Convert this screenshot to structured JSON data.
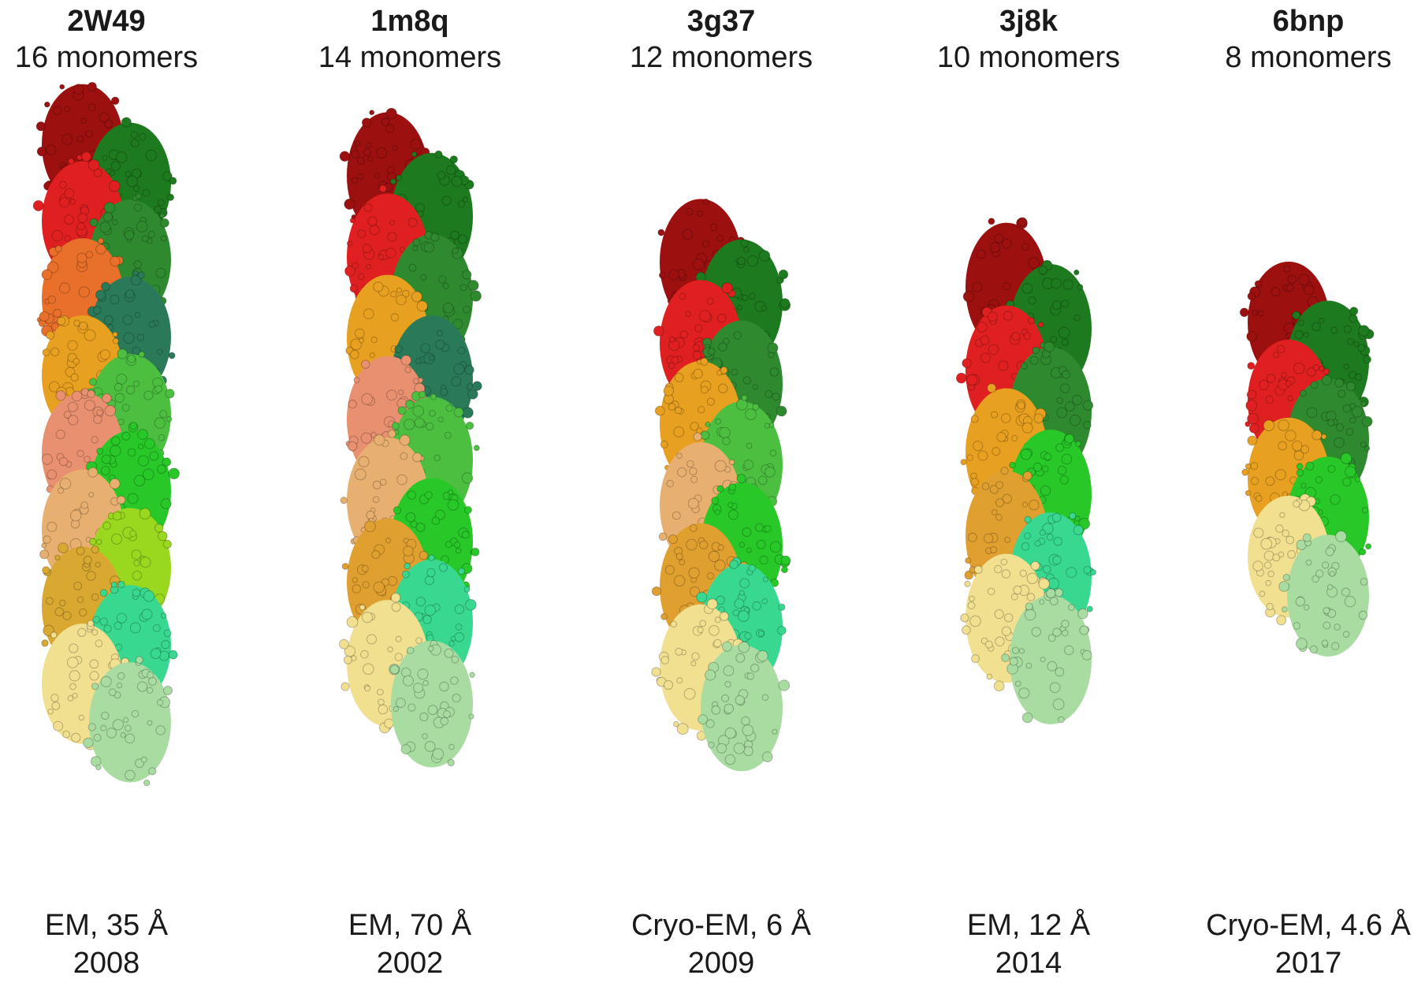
{
  "structures": [
    {
      "pdb_id": "2W49",
      "monomers_label": "16 monomers",
      "method_label": "EM, 35 Å",
      "year": "2008",
      "subunit_colors": [
        "#9c1010",
        "#1e7a1e",
        "#e02020",
        "#2f8a2f",
        "#e8702a",
        "#2a7a5a",
        "#e8a020",
        "#4cbf40",
        "#e89070",
        "#28c828",
        "#e8b070",
        "#9ad820",
        "#d8a830",
        "#38d890",
        "#f0e090",
        "#a8dca0"
      ]
    },
    {
      "pdb_id": "1m8q",
      "monomers_label": "14 monomers",
      "method_label": "EM, 70 Å",
      "year": "2002",
      "subunit_colors": [
        "#9c1010",
        "#1e7a1e",
        "#e02020",
        "#2f8a2f",
        "#e8a020",
        "#2a7a5a",
        "#e89070",
        "#4cbf40",
        "#e8b070",
        "#28c828",
        "#e0a030",
        "#38d890",
        "#f0e090",
        "#a8dca0"
      ]
    },
    {
      "pdb_id": "3g37",
      "monomers_label": "12 monomers",
      "method_label": "Cryo-EM, 6 Å",
      "year": "2009",
      "subunit_colors": [
        "#9c1010",
        "#1e7a1e",
        "#e02020",
        "#2f8a2f",
        "#e8a020",
        "#4cbf40",
        "#e8b070",
        "#28c828",
        "#e0a030",
        "#38d890",
        "#f0e090",
        "#a8dca0"
      ]
    },
    {
      "pdb_id": "3j8k",
      "monomers_label": "10 monomers",
      "method_label": "EM, 12 Å",
      "year": "2014",
      "subunit_colors": [
        "#9c1010",
        "#1e7a1e",
        "#e02020",
        "#2f8a2f",
        "#e8a020",
        "#28c828",
        "#e0a030",
        "#38d890",
        "#f0e090",
        "#a8dca0"
      ]
    },
    {
      "pdb_id": "6bnp",
      "monomers_label": "8 monomers",
      "method_label": "Cryo-EM,  4.6 Å",
      "year": "2017",
      "subunit_colors": [
        "#9c1010",
        "#1e7a1e",
        "#e02020",
        "#2f8a2f",
        "#e8a020",
        "#28c828",
        "#f0e090",
        "#a8dca0"
      ]
    }
  ]
}
